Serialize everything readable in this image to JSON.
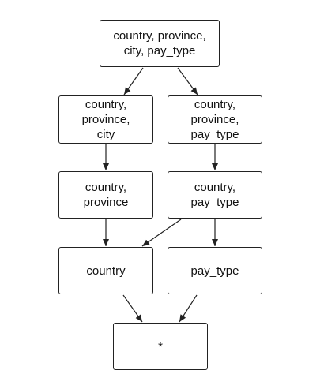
{
  "nodes": {
    "root": {
      "label": "country, province,\ncity, pay_type"
    },
    "country_province_city": {
      "label": "country,\nprovince,\ncity"
    },
    "country_province_paytype": {
      "label": "country,\nprovince,\npay_type"
    },
    "country_province": {
      "label": "country,\nprovince"
    },
    "country_paytype": {
      "label": "country,\npay_type"
    },
    "country": {
      "label": "country"
    },
    "paytype": {
      "label": "pay_type"
    },
    "all": {
      "label": "*"
    }
  },
  "edges": [
    {
      "from": "root",
      "to": "country_province_city"
    },
    {
      "from": "root",
      "to": "country_province_paytype"
    },
    {
      "from": "country_province_city",
      "to": "country_province"
    },
    {
      "from": "country_province_paytype",
      "to": "country_paytype"
    },
    {
      "from": "country_province",
      "to": "country"
    },
    {
      "from": "country_paytype",
      "to": "country"
    },
    {
      "from": "country_paytype",
      "to": "paytype"
    },
    {
      "from": "country",
      "to": "all"
    },
    {
      "from": "paytype",
      "to": "all"
    }
  ],
  "colors": {
    "stroke": "#222222",
    "text": "#111111",
    "background": "#ffffff"
  }
}
